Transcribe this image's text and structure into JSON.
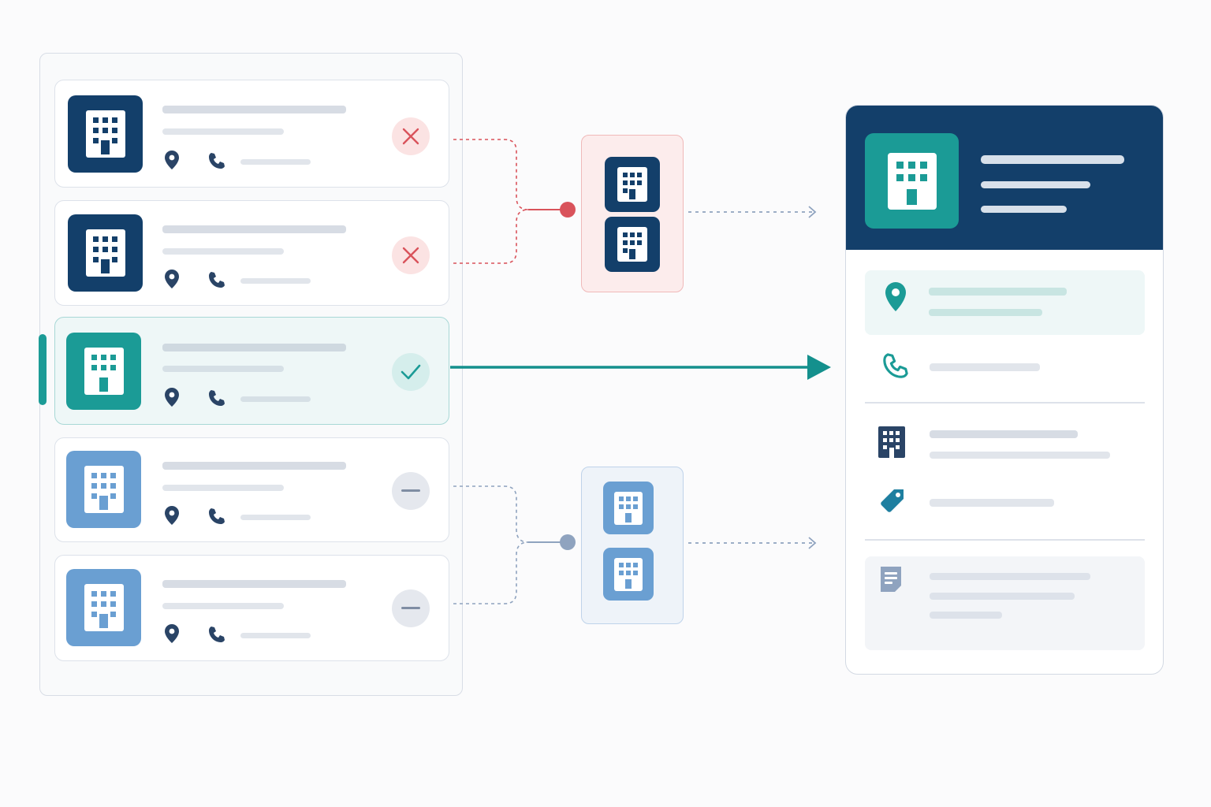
{
  "list": {
    "items": [
      {
        "status": "rejected",
        "tile": "dark",
        "status_icon": "x-icon"
      },
      {
        "status": "rejected",
        "tile": "dark",
        "status_icon": "x-icon"
      },
      {
        "status": "selected",
        "tile": "teal",
        "status_icon": "check-icon"
      },
      {
        "status": "skipped",
        "tile": "light",
        "status_icon": "minus-icon"
      },
      {
        "status": "skipped",
        "tile": "light",
        "status_icon": "minus-icon"
      }
    ]
  },
  "groups": {
    "rejected": {
      "count": 2,
      "color": "#d9535b"
    },
    "skipped": {
      "count": 2,
      "color": "#8fa3bf"
    }
  },
  "detail": {
    "header_icon": "building-icon",
    "fields": [
      "location-pin-icon",
      "phone-icon",
      "building-icon",
      "tag-icon",
      "note-icon"
    ]
  },
  "colors": {
    "navy": "#133f6a",
    "teal": "#1b9b96",
    "light_blue": "#6a9fd2",
    "reject_red": "#d9535b",
    "neutral_gray": "#8fa3bf"
  }
}
